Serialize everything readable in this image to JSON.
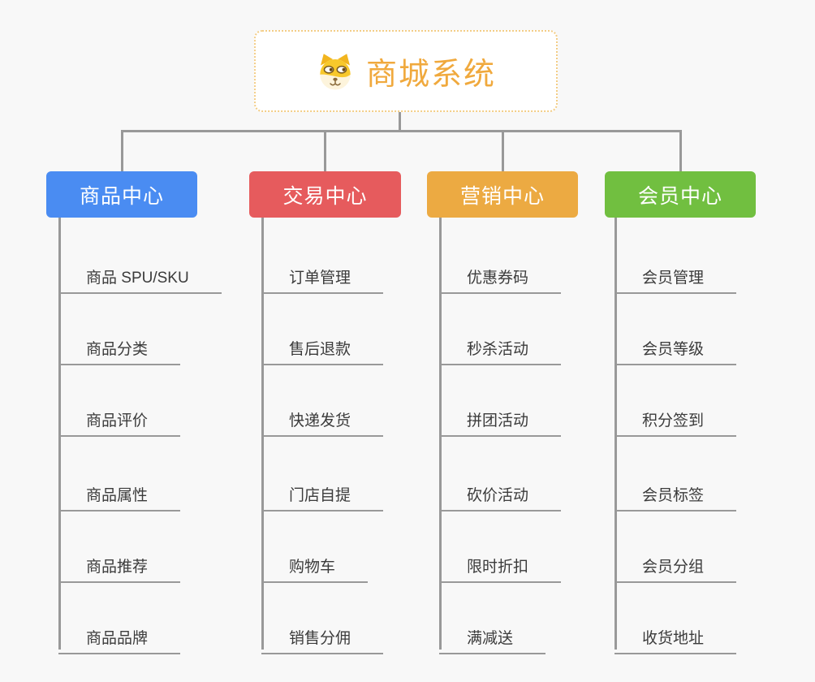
{
  "root": {
    "label": "商城系统",
    "icon": "dog-face-icon",
    "text_color": "#f0a93d",
    "border_color": "#f3cd86"
  },
  "branches": [
    {
      "label": "商品中心",
      "color": "#4a8cf2",
      "items": [
        "商品 SPU/SKU",
        "商品分类",
        "商品评价",
        "商品属性",
        "商品推荐",
        "商品品牌"
      ]
    },
    {
      "label": "交易中心",
      "color": "#e65b5d",
      "items": [
        "订单管理",
        "售后退款",
        "快递发货",
        "门店自提",
        "购物车",
        "销售分佣"
      ]
    },
    {
      "label": "营销中心",
      "color": "#ecaa42",
      "items": [
        "优惠券码",
        "秒杀活动",
        "拼团活动",
        "砍价活动",
        "限时折扣",
        "满减送"
      ]
    },
    {
      "label": "会员中心",
      "color": "#71bf40",
      "items": [
        "会员管理",
        "会员等级",
        "积分签到",
        "会员标签",
        "会员分组",
        "收货地址"
      ]
    }
  ],
  "colors": {
    "background": "#f8f8f8",
    "connector": "#999999",
    "child_underline": "#999999",
    "child_text": "#3b3b3b"
  }
}
